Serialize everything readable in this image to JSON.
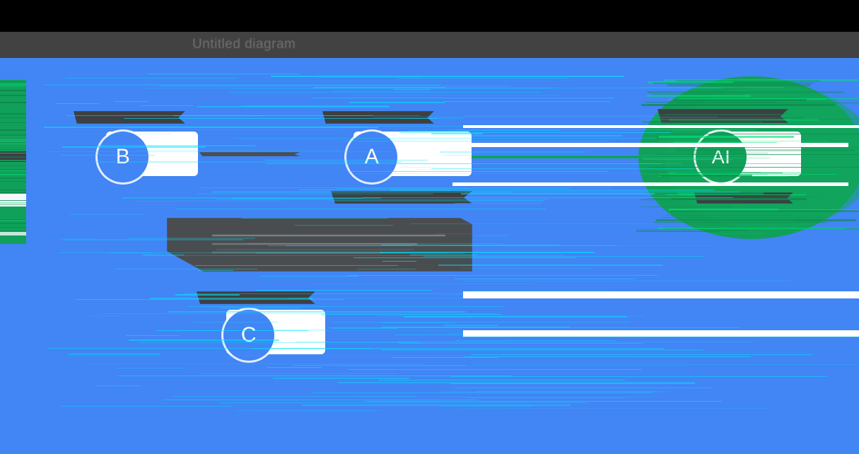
{
  "window": {
    "title_bar_label": "",
    "toolbar_label": "Untitled diagram"
  },
  "canvas": {
    "background_color": "#4285F4",
    "accent_blue": "#4285F4",
    "accent_green": "#11A05A",
    "card_color": "#FFFFFF",
    "text_color": "#3C4043"
  },
  "nodes": [
    {
      "id": "b",
      "badge": "B",
      "badge_color": "#4285F4",
      "title": "",
      "subtitle": ""
    },
    {
      "id": "a",
      "badge": "A",
      "badge_color": "#4285F4",
      "title": "",
      "subtitle": ""
    },
    {
      "id": "c",
      "badge": "C",
      "badge_color": "#4285F4",
      "title": "",
      "subtitle": ""
    },
    {
      "id": "ai",
      "badge": "AI",
      "badge_color": "#11A05A",
      "title": "",
      "subtitle": ""
    }
  ],
  "edges": [
    {
      "from": "a",
      "to": "ai",
      "color": "#11A05A"
    }
  ],
  "notes": {
    "middle_block_text": ""
  }
}
